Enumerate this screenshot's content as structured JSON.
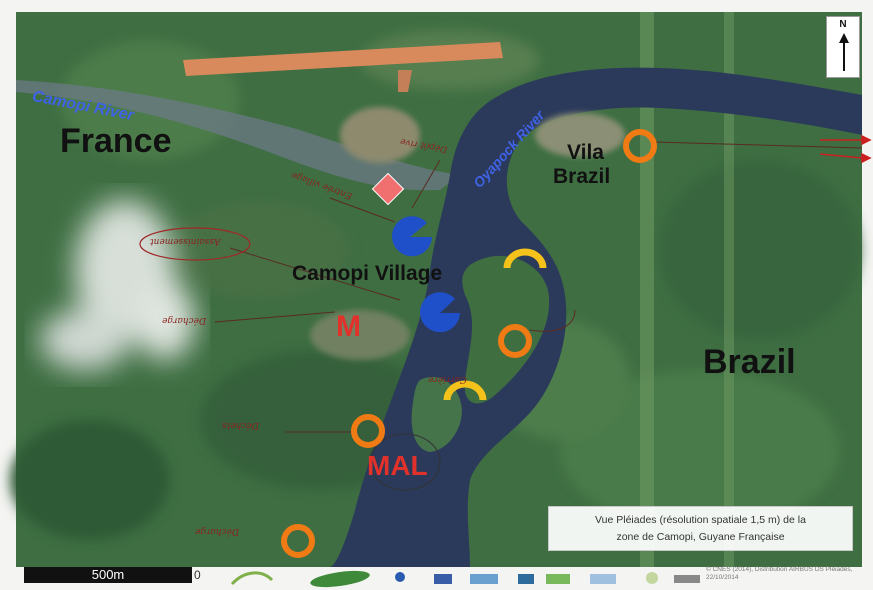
{
  "labels": {
    "france": "France",
    "brazil": "Brazil",
    "vila_line1": "Vila",
    "vila_line2": "Brazil",
    "camopi_village": "Camopi Village",
    "camopi_river": "Camopi River",
    "oyapock_river": "Oyapock River",
    "m": "M",
    "mal": "MAL"
  },
  "handwritten": {
    "t1": "Assainissement",
    "t2": "Entrée village",
    "t3": "Dépôt rive",
    "t4": "Décharge",
    "t5": "Déchets",
    "t6": "Décharge",
    "t7": "Carrière"
  },
  "caption": {
    "line1": "Vue Pléiades (résolution spatiale 1,5 m) de la",
    "line2": "zone de Camopi, Guyane Française"
  },
  "scale_bar": {
    "label": "500m",
    "zero": "0"
  },
  "north_arrow": {
    "letter": "N"
  },
  "copyright": "© CNES (2014), Distribution AIRBUS DS Pléiades, 22/10/2014",
  "colors": {
    "forest": "#3e6e42",
    "river": "#2b3a5a",
    "country_label": "#111111",
    "river_label": "#3f62e6",
    "code_red": "#e0312a",
    "marker_blue": "#1f4fc9",
    "marker_orange": "#f07b14",
    "marker_yellow": "#f5c21c",
    "marker_red": "#f07070",
    "handwriting": "#8a2320"
  },
  "markers": [
    {
      "kind": "blue-pacman-icon"
    },
    {
      "kind": "blue-pacman-icon"
    },
    {
      "kind": "red-diamond-icon"
    },
    {
      "kind": "orange-ring-icon"
    },
    {
      "kind": "orange-ring-icon"
    },
    {
      "kind": "orange-ring-icon"
    },
    {
      "kind": "orange-ring-icon"
    },
    {
      "kind": "yellow-semicircle-icon"
    },
    {
      "kind": "yellow-semicircle-icon"
    }
  ]
}
